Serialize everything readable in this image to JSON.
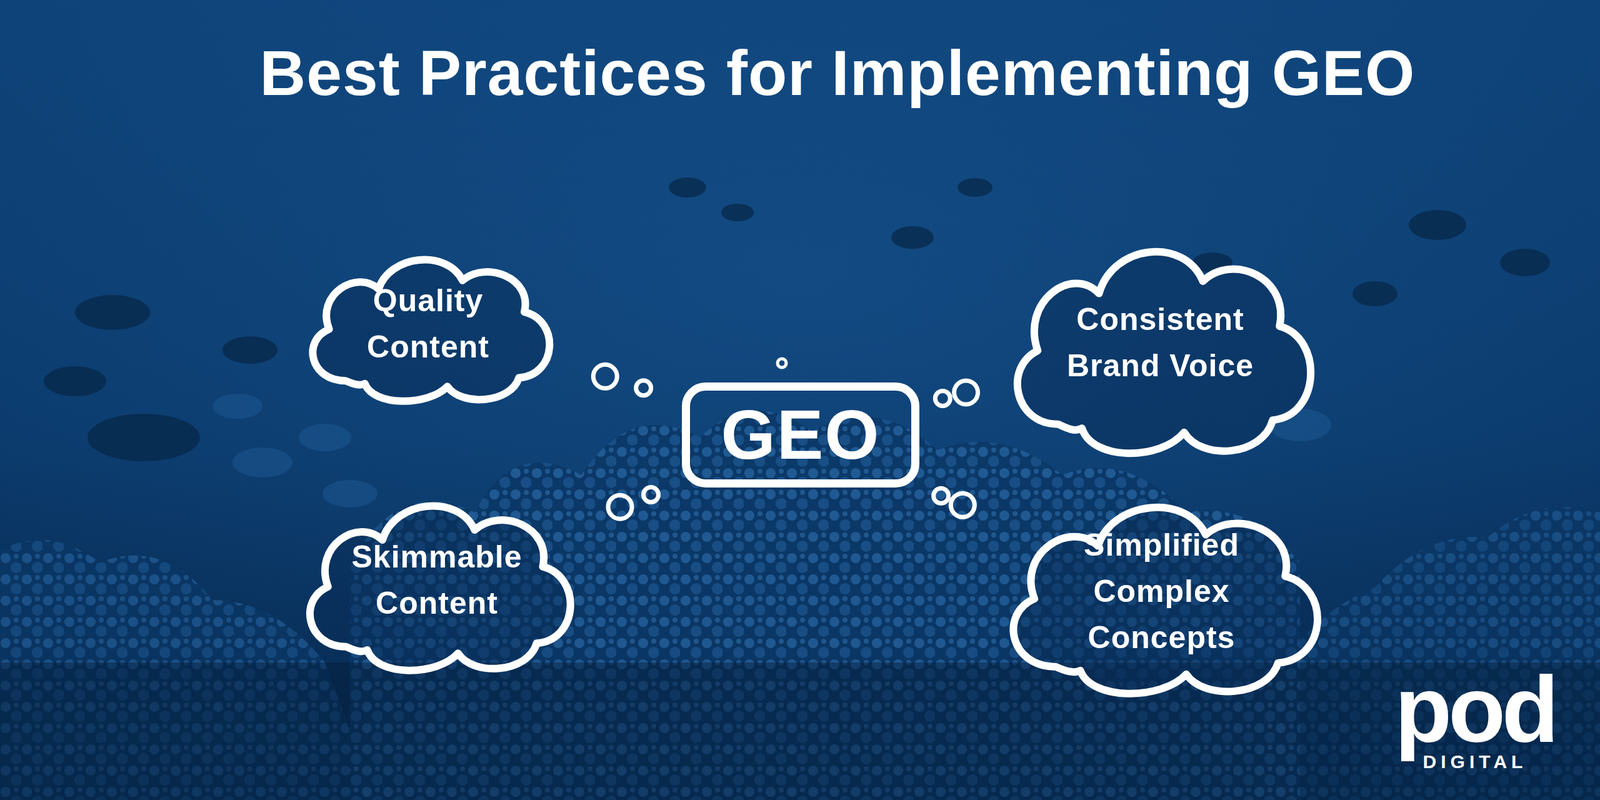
{
  "diagram": {
    "title": "Best Practices for Implementing GEO",
    "nodes": [
      {
        "text": [
          "Quality Content"
        ]
      },
      {
        "text": [
          "Consistent Brand Voice"
        ]
      },
      {
        "text": [
          "GEO"
        ]
      },
      {
        "text": [
          "Skimmable Content"
        ]
      },
      {
        "text": [
          "Simplified Complex Concepts"
        ]
      }
    ],
    "edges": [
      {
        "from": 2,
        "to": 0,
        "arrow": "none"
      },
      {
        "from": 2,
        "to": 1,
        "arrow": "none"
      },
      {
        "from": 2,
        "to": 3,
        "arrow": "none"
      },
      {
        "from": 2,
        "to": 4,
        "arrow": "none"
      }
    ],
    "labels": [
      "pod",
      "DIGITAL"
    ]
  }
}
